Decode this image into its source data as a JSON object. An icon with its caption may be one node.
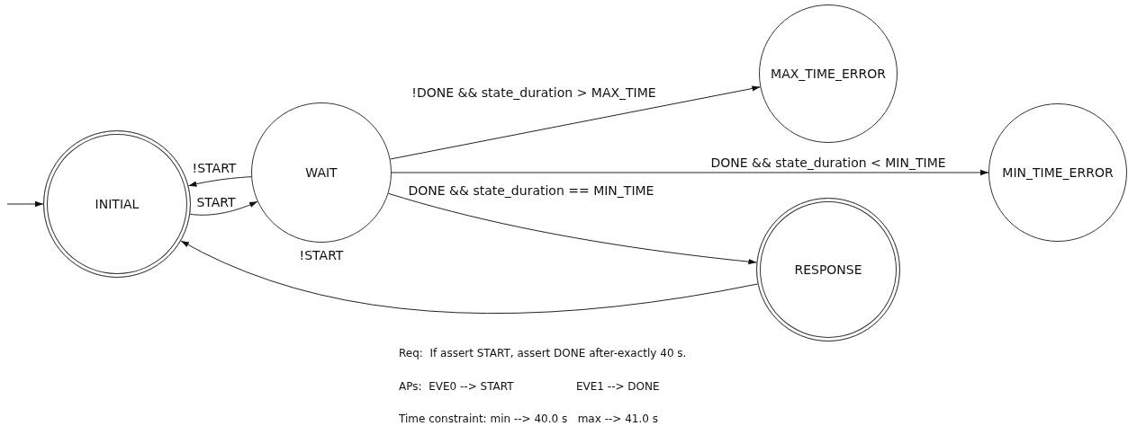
{
  "diagram": {
    "nodes": [
      {
        "text": [
          "INITIAL"
        ]
      },
      {
        "text": [
          "WAIT"
        ]
      },
      {
        "text": [
          "MAX_TIME_ERROR"
        ]
      },
      {
        "text": [
          "MIN_TIME_ERROR"
        ]
      },
      {
        "text": [
          "RESPONSE"
        ]
      }
    ],
    "edges": [
      {
        "from": null,
        "to": 0,
        "arrow": "to"
      },
      {
        "from": 1,
        "to": 0,
        "label": "!START",
        "arrow": "to"
      },
      {
        "from": 0,
        "to": 1,
        "label": "START",
        "arrow": "to"
      },
      {
        "from": 1,
        "to": 2,
        "label": "!DONE && state_duration > MAX_TIME",
        "arrow": "to"
      },
      {
        "from": 1,
        "to": 3,
        "label": "DONE && state_duration < MIN_TIME",
        "arrow": "to"
      },
      {
        "from": 1,
        "to": 4,
        "label": "DONE && state_duration == MIN_TIME",
        "arrow": "to"
      },
      {
        "from": 4,
        "to": 0,
        "label": "!START",
        "arrow": "to"
      }
    ],
    "labels": [
      "Req:  If assert START, assert DONE after-exactly 40 s.",
      "APs:  EVE0 --> START",
      "EVE1 --> DONE",
      "Time constraint: min --> 40.0 s   max --> 41.0 s"
    ]
  }
}
